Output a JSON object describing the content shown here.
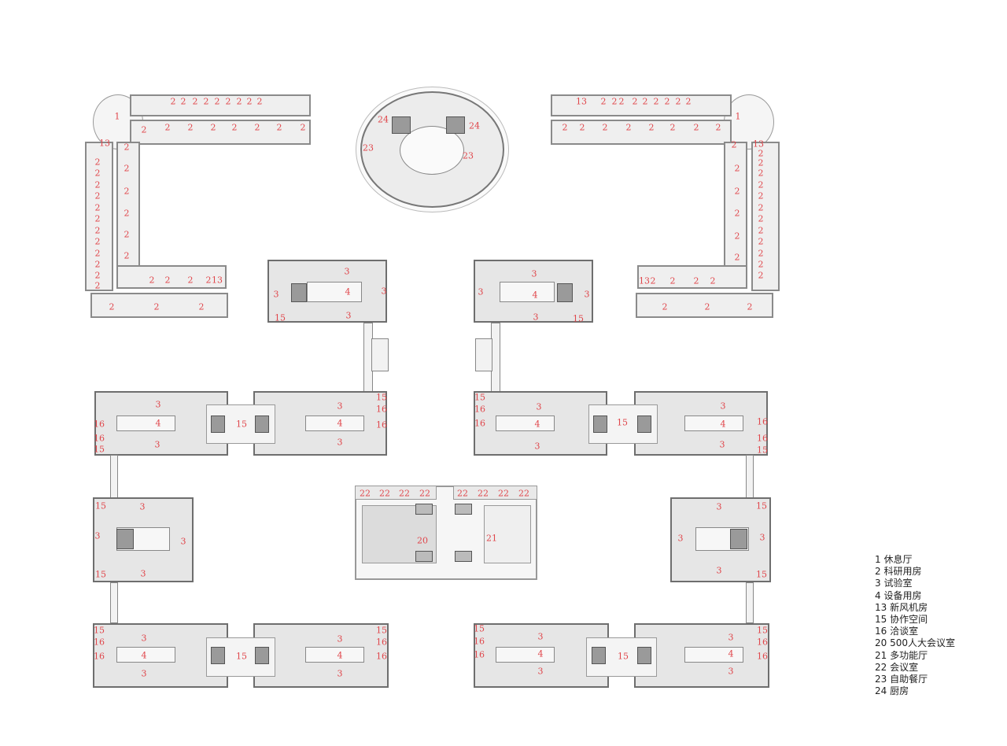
{
  "legend": [
    {
      "num": "1",
      "name": "休息厅"
    },
    {
      "num": "2",
      "name": "科研用房"
    },
    {
      "num": "3",
      "name": "试验室"
    },
    {
      "num": "4",
      "name": "设备用房"
    },
    {
      "num": "13",
      "name": "新风机房"
    },
    {
      "num": "15",
      "name": "协作空间"
    },
    {
      "num": "16",
      "name": "洽谈室"
    },
    {
      "num": "20",
      "name": "500人大会议室"
    },
    {
      "num": "21",
      "name": "多功能厅"
    },
    {
      "num": "22",
      "name": "会议室"
    },
    {
      "num": "23",
      "name": "自助餐厅"
    },
    {
      "num": "24",
      "name": "厨房"
    }
  ],
  "labels": {
    "l1": "1",
    "l2": "2",
    "l3": "3",
    "l4": "4",
    "l13": "13",
    "l15": "15",
    "l16": "16",
    "l20": "20",
    "l21": "21",
    "l22": "22",
    "l23": "23",
    "l24": "24"
  },
  "legend_text": [
    "1 休息厅",
    "2 科研用房",
    "3 试验室",
    "4 设备用房",
    "13 新风机房",
    "15 协作空间",
    "16 洽谈室",
    "20 500人大会议室",
    "21 多功能厅",
    "22 会议室",
    "23 自助餐厅",
    "24 厨房"
  ]
}
